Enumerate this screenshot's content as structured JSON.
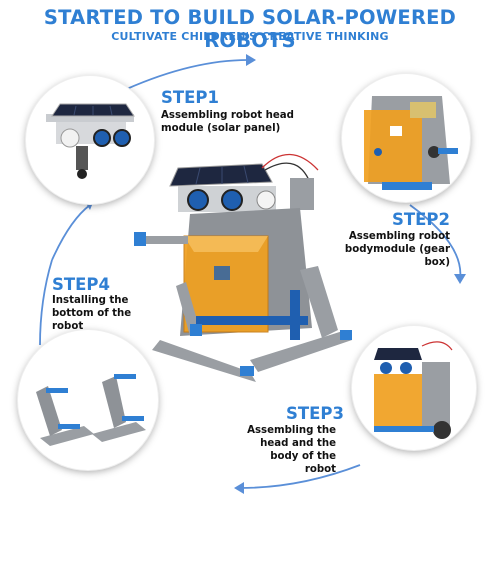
{
  "title": "STARTED TO BUILD SOLAR-POWERED ROBOTS",
  "subtitle": "CULTIVATE CHILDREN'S CREATIVE THINKING",
  "steps": [
    {
      "heading": "STEP1",
      "text": "Assembling robot head module (solar panel)"
    },
    {
      "heading": "STEP2",
      "text": "Assembling robot bodymodule (gear box)"
    },
    {
      "heading": "STEP3",
      "text": "Assembling the head and the body of the robot"
    },
    {
      "heading": "STEP4",
      "text": "Installing the bottom of the robot"
    }
  ],
  "colors": {
    "accent": "#2f7fd3",
    "orange_panel": "#f0a020",
    "gray_part": "#8e9297",
    "blue_rod": "#1f5fb0",
    "solar_panel": "#1e2740"
  }
}
